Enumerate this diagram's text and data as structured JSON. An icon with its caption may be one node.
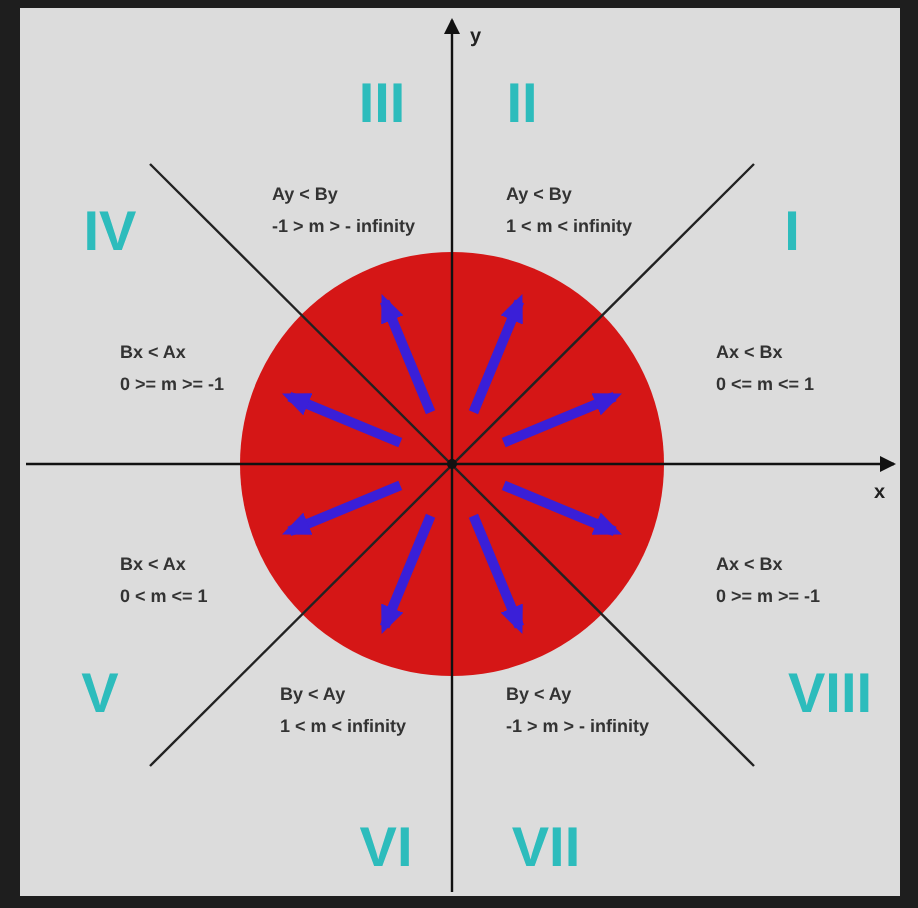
{
  "diagram": {
    "labels": [
      "y",
      "III",
      "II",
      "IV",
      "Ay < By",
      "-1 > m > - infinity",
      "Ay < By",
      "1 < m < infinity",
      "I",
      "Bx < Ax",
      "0 >= m >= -1",
      "Ax < Bx",
      "0 <= m <= 1",
      "x",
      "Bx < Ax",
      "0 < m <= 1",
      "Ax < Bx",
      "0 >= m >= -1",
      "V",
      "By < Ay",
      "1 < m < infinity",
      "By < Ay",
      "-1 > m > - infinity",
      "VIII",
      "VI",
      "VII"
    ]
  }
}
